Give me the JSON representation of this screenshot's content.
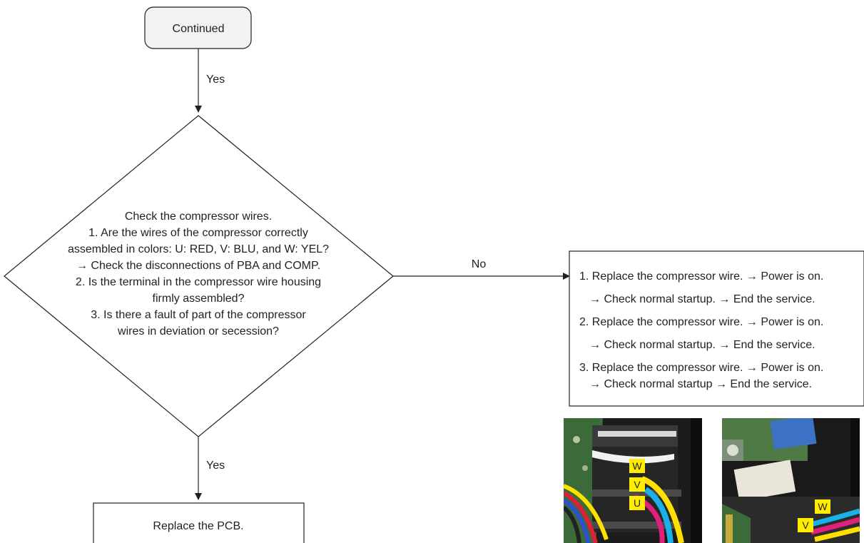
{
  "start": {
    "label": "Continued"
  },
  "edges": {
    "yes_top": "Yes",
    "no": "No",
    "yes_bottom": "Yes"
  },
  "decision": {
    "lines": [
      "Check the compressor wires.",
      "1. Are the wires of the compressor correctly",
      "assembled in colors: U: RED, V: BLU, and W: YEL?",
      "→ Check the disconnections of PBA and COMP.",
      "2. Is the terminal in the compressor wire housing",
      "firmly assembled?",
      "3. Is there a fault of part of the compressor",
      "wires in deviation or secession?"
    ]
  },
  "action_box": {
    "lines": [
      "1. Replace the compressor wire. →  Power is on.",
      "→  Check normal startup. →  End the service.",
      "2. Replace the compressor wire. →  Power is on.",
      "→  Check normal startup. →  End the service.",
      "3. Replace the compressor wire. → Power is on.",
      "→ Check normal startup → End the service."
    ]
  },
  "end": {
    "label": "Replace the PCB."
  },
  "photos": {
    "left_labels": [
      "W",
      "V",
      "U"
    ],
    "right_labels": [
      "W",
      "V"
    ]
  }
}
